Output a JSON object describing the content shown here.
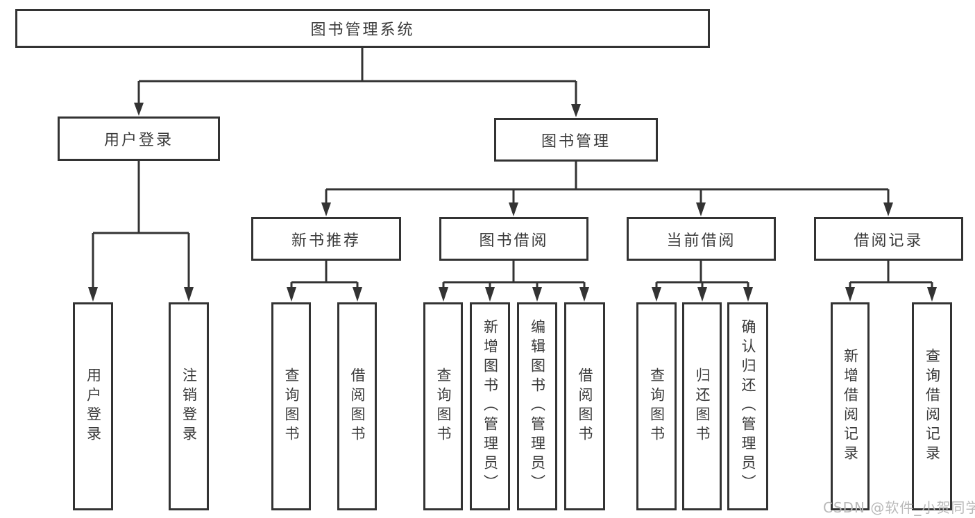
{
  "root": {
    "label": "图书管理系统"
  },
  "level2": {
    "user_login": "用户登录",
    "book_mgmt": "图书管理"
  },
  "level3": {
    "new_book_rec": "新书推荐",
    "book_borrow": "图书借阅",
    "current_borrow": "当前借阅",
    "borrow_record": "借阅记录"
  },
  "leaves": {
    "user_login": "用户登录",
    "logout": "注销登录",
    "rec_query_book": "查询图书",
    "rec_borrow_book": "借阅图书",
    "bb_query_book": "查询图书",
    "bb_add_book": "新增图书（管理员）",
    "bb_edit_book": "编辑图书（管理员）",
    "bb_borrow_book": "借阅图书",
    "cb_query_book": "查询图书",
    "cb_return_book": "归还图书",
    "cb_confirm_return": "确认归还（管理员）",
    "br_add_record": "新增借阅记录",
    "br_query_record": "查询借阅记录"
  },
  "watermark": "CSDN @软件_小贺同学",
  "colors": {
    "line": "#333333",
    "text": "#3a3a3a",
    "watermark": "#b9b9b9",
    "background": "#ffffff"
  }
}
